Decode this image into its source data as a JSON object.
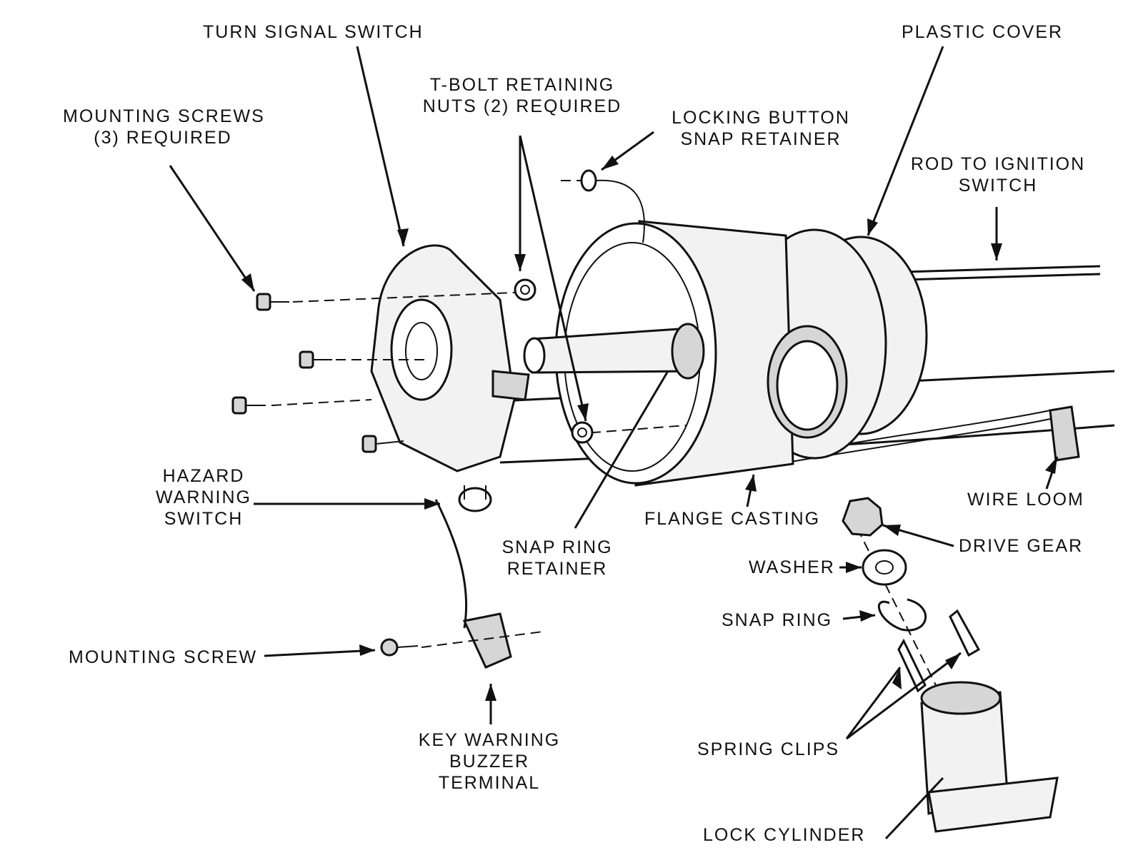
{
  "diagram": {
    "labels": {
      "turn_signal_switch": "TURN SIGNAL SWITCH",
      "plastic_cover": "PLASTIC COVER",
      "tbolt_line1": "T-BOLT RETAINING",
      "tbolt_line2": "NUTS (2) REQUIRED",
      "mounting_screws_line1": "MOUNTING SCREWS",
      "mounting_screws_line2": "(3) REQUIRED",
      "locking_button_line1": "LOCKING BUTTON",
      "locking_button_line2": "SNAP RETAINER",
      "rod_line1": "ROD TO IGNITION",
      "rod_line2": "SWITCH",
      "hazard_line1": "HAZARD",
      "hazard_line2": "WARNING",
      "hazard_line3": "SWITCH",
      "wire_loom": "WIRE LOOM",
      "flange_casting": "FLANGE CASTING",
      "drive_gear": "DRIVE GEAR",
      "snap_ring_retainer_line1": "SNAP RING",
      "snap_ring_retainer_line2": "RETAINER",
      "washer": "WASHER",
      "snap_ring": "SNAP RING",
      "mounting_screw": "MOUNTING SCREW",
      "key_warning_line1": "KEY WARNING",
      "key_warning_line2": "BUZZER",
      "key_warning_line3": "TERMINAL",
      "spring_clips": "SPRING CLIPS",
      "lock_cylinder": "LOCK CYLINDER"
    }
  }
}
